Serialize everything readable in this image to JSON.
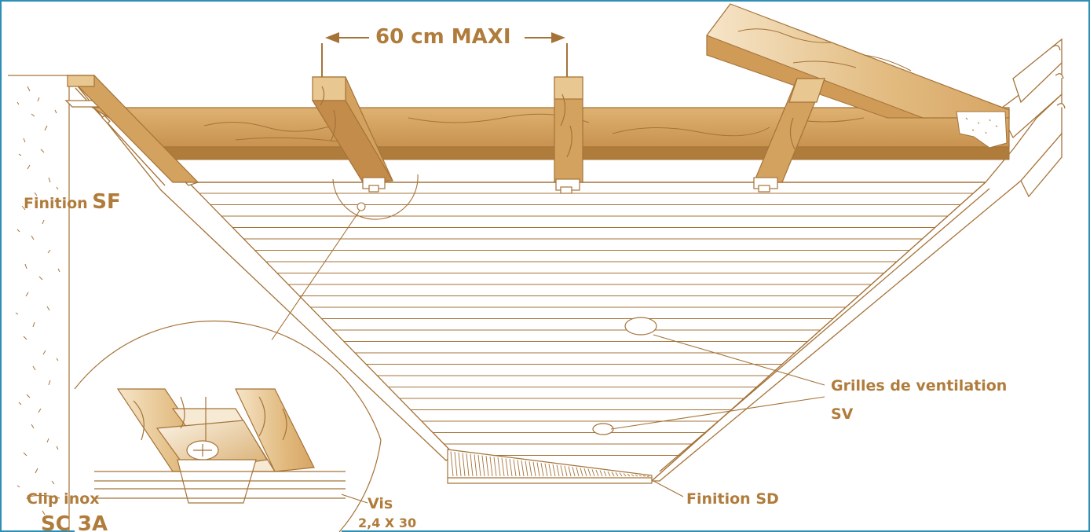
{
  "dimension": {
    "text": "60 cm MAXI"
  },
  "labels": {
    "finition_sf_prefix": "Finition",
    "finition_sf_code": "SF",
    "grilles_line1": "Grilles de ventilation",
    "grilles_line2": "SV",
    "finition_sd": "Finition SD",
    "clip_line1": "Clip inox",
    "clip_line2": "SC 3A",
    "vis_line1": "Vis",
    "vis_line2": "2,4 X 30"
  },
  "colors": {
    "frame": "#2e8fb4",
    "line": "#a57338",
    "wood": "#d3a25f",
    "wood_light": "#e9c791",
    "wood_dark": "#b07c3b",
    "text": "#b07c3b"
  }
}
